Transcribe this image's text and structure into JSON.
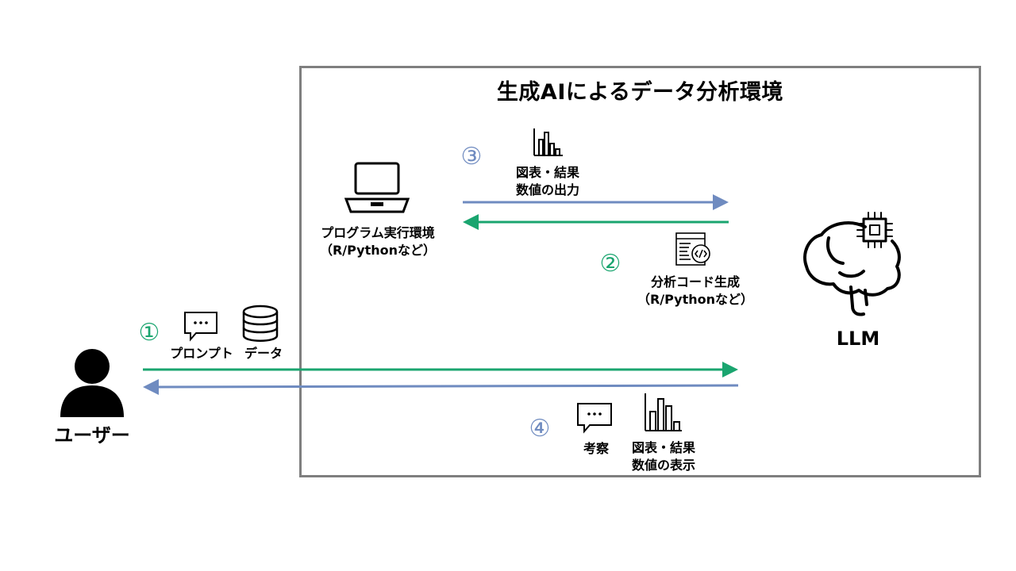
{
  "title": "生成AIによるデータ分析環境",
  "user": {
    "label": "ユーザー"
  },
  "llm": {
    "label": "LLM"
  },
  "program_env": {
    "line1": "プログラム実行環境",
    "line2": "（R/Pythonなど）"
  },
  "steps": [
    {
      "number": "①",
      "items": [
        "プロンプト",
        "データ"
      ]
    },
    {
      "number": "②",
      "line1": "分析コード生成",
      "line2": "（R/Pythonなど）"
    },
    {
      "number": "③",
      "line1": "図表・結果",
      "line2": "数値の出力"
    },
    {
      "number": "④",
      "items": [
        "考察"
      ],
      "line1": "図表・結果",
      "line2": "数値の表示"
    }
  ],
  "colors": {
    "green": "#1aa56f",
    "blue": "#6f8bc0",
    "frame": "#7f7f7f"
  },
  "icons": [
    "user-icon",
    "laptop-icon",
    "brain-chip-icon",
    "chat-bubble-icon",
    "database-icon",
    "bar-chart-icon",
    "code-window-icon"
  ]
}
